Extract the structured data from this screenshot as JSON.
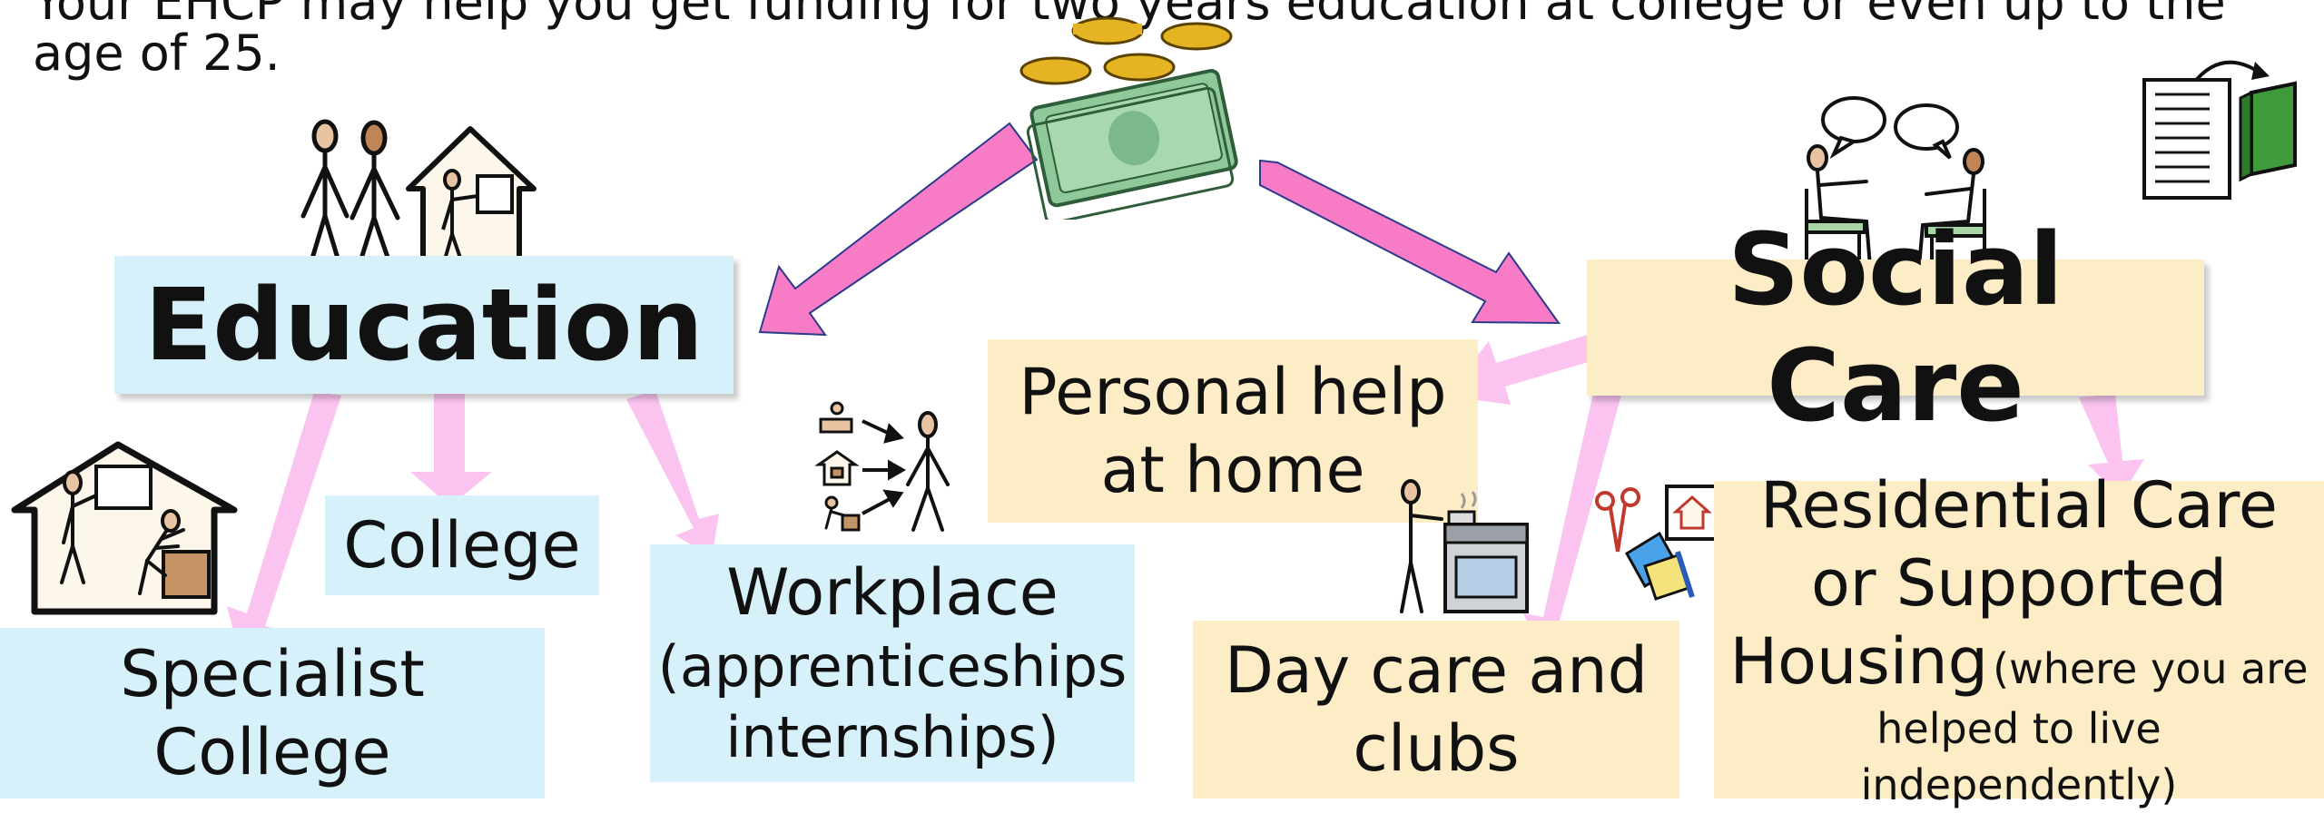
{
  "intro": {
    "line1": "Your EHCP may help you get funding for two years education at college or even up to the",
    "line2": "age of 25."
  },
  "education": {
    "title": "Education",
    "college": "College",
    "specialist": [
      "Specialist",
      "College"
    ],
    "workplace": [
      "Workplace",
      "(apprenticeships",
      "internships)"
    ]
  },
  "social_care": {
    "title": "Social Care",
    "personal_help": [
      "Personal help",
      "at home"
    ],
    "day_care": [
      "Day care and",
      "clubs"
    ],
    "residential": {
      "line1": "Residential Care",
      "line2": "or  Supported",
      "line3_big": "Housing",
      "line3_small": "(where you are",
      "line4": "helped to live independently)"
    }
  },
  "colors": {
    "education_box": "#d6f1fa",
    "care_box": "#fdedc6",
    "main_arrow": "#f77bc5",
    "sub_arrow": "#fbc4f0"
  },
  "icons": [
    "money-icon",
    "people-and-house-icon",
    "document-book-icon",
    "chatting-people-icon",
    "house-worker-icon",
    "workplace-stages-icon",
    "cooking-icon",
    "craft-icon"
  ]
}
